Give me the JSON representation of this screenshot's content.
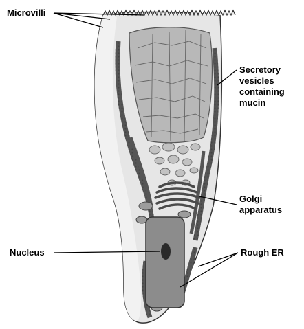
{
  "labels": {
    "microvilli": "Microvilli",
    "secretory_1": "Secretory",
    "secretory_2": "vesicles",
    "secretory_3": "containing",
    "secretory_4": "mucin",
    "golgi_1": "Golgi",
    "golgi_2": "apparatus",
    "nucleus": "Nucleus",
    "rough_er": "Rough ER"
  },
  "colors": {
    "cell_fill": "#e4e4e4",
    "vesicle_fill": "#b9b9b9",
    "nucleus_fill": "#8a8a8a",
    "organelle_dark": "#5a5a5a",
    "outline": "#333333"
  }
}
